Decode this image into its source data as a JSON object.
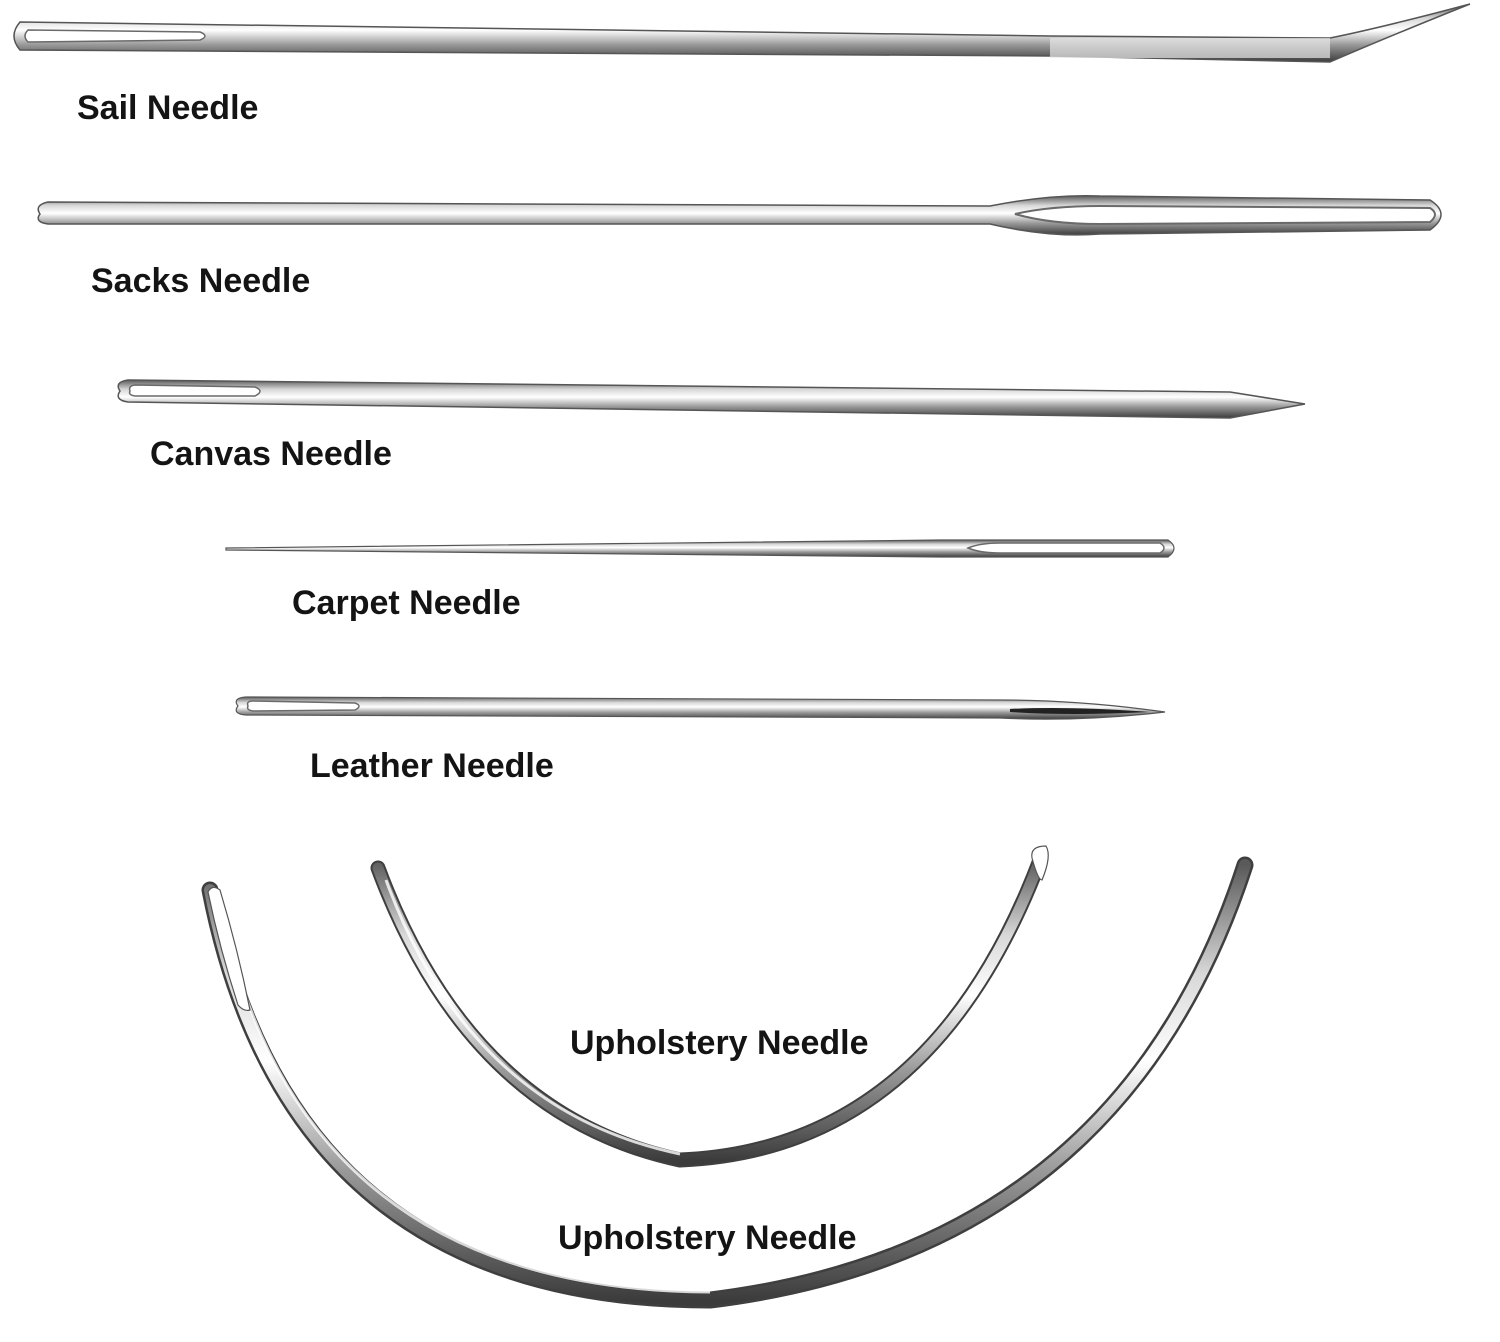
{
  "needles": [
    {
      "id": "sail",
      "label": "Sail Needle",
      "shape": "straight",
      "eye": "left",
      "tip": "right-bent"
    },
    {
      "id": "sacks",
      "label": "Sacks Needle",
      "shape": "straight",
      "eye": "right",
      "tip": "left-blunt"
    },
    {
      "id": "canvas",
      "label": "Canvas Needle",
      "shape": "straight",
      "eye": "left",
      "tip": "right-pointed"
    },
    {
      "id": "carpet",
      "label": "Carpet Needle",
      "shape": "straight",
      "eye": "right",
      "tip": "left-pointed"
    },
    {
      "id": "leather",
      "label": "Leather Needle",
      "shape": "straight",
      "eye": "left",
      "tip": "right-blade"
    },
    {
      "id": "upholstery-small",
      "label": "Upholstery Needle",
      "shape": "curved",
      "eye": "right",
      "tip": "left-pointed"
    },
    {
      "id": "upholstery-large",
      "label": "Upholstery Needle",
      "shape": "curved",
      "eye": "left",
      "tip": "right-pointed"
    }
  ],
  "colors": {
    "background": "#ffffff",
    "label": "#141414",
    "steel_light": "#f2f2f2",
    "steel_mid": "#a9a9a9",
    "steel_dark": "#4a4a4a"
  }
}
